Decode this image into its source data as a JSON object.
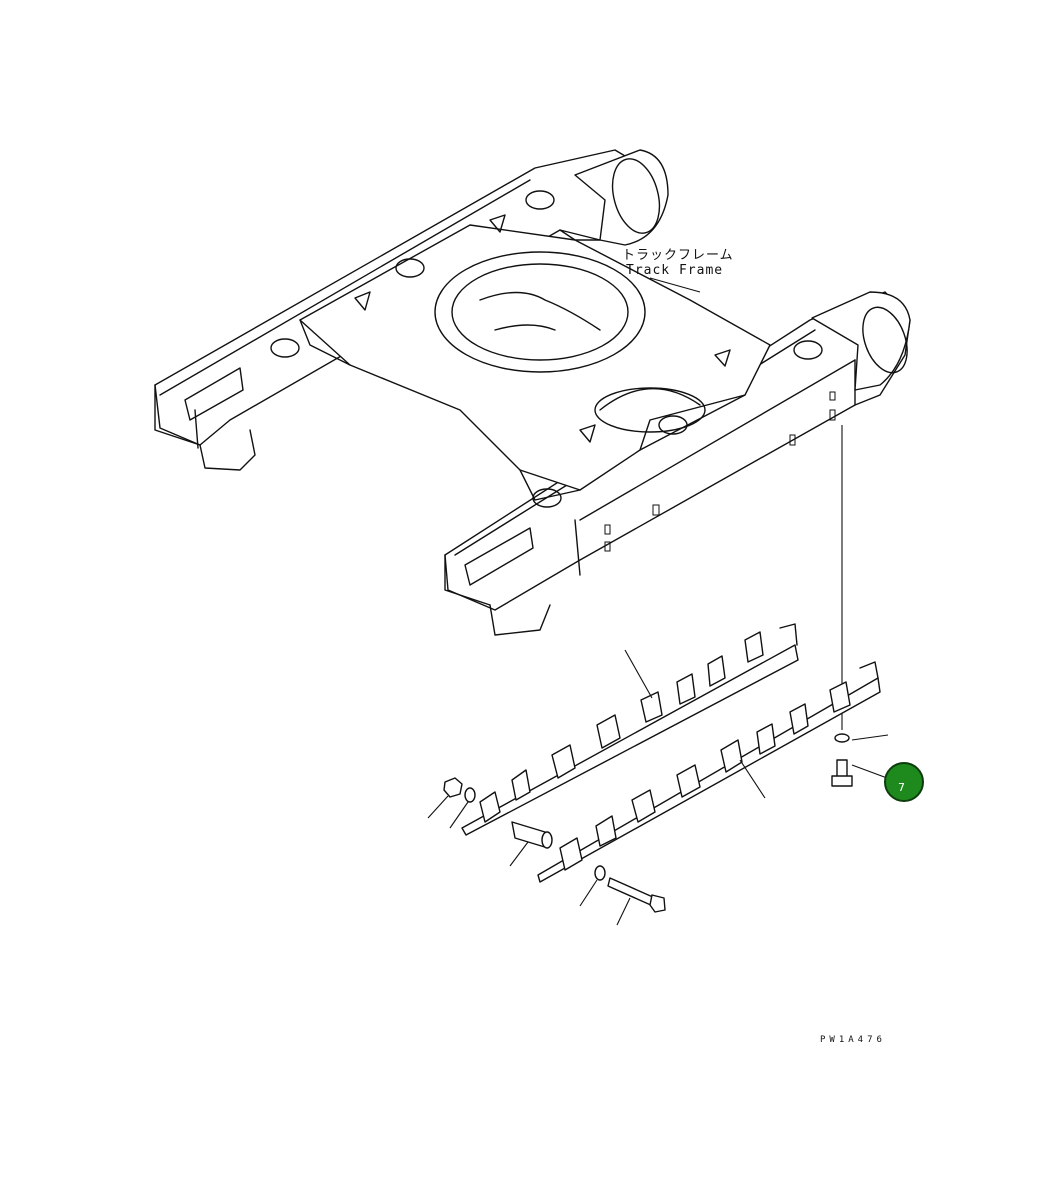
{
  "diagram": {
    "label_jp": "トラックフレーム",
    "label_en": "Track Frame",
    "drawing_code": "PW1A476",
    "callout": {
      "number": "7",
      "fill_color": "#1e8a1e",
      "border_color": "#0d3d0d"
    }
  }
}
